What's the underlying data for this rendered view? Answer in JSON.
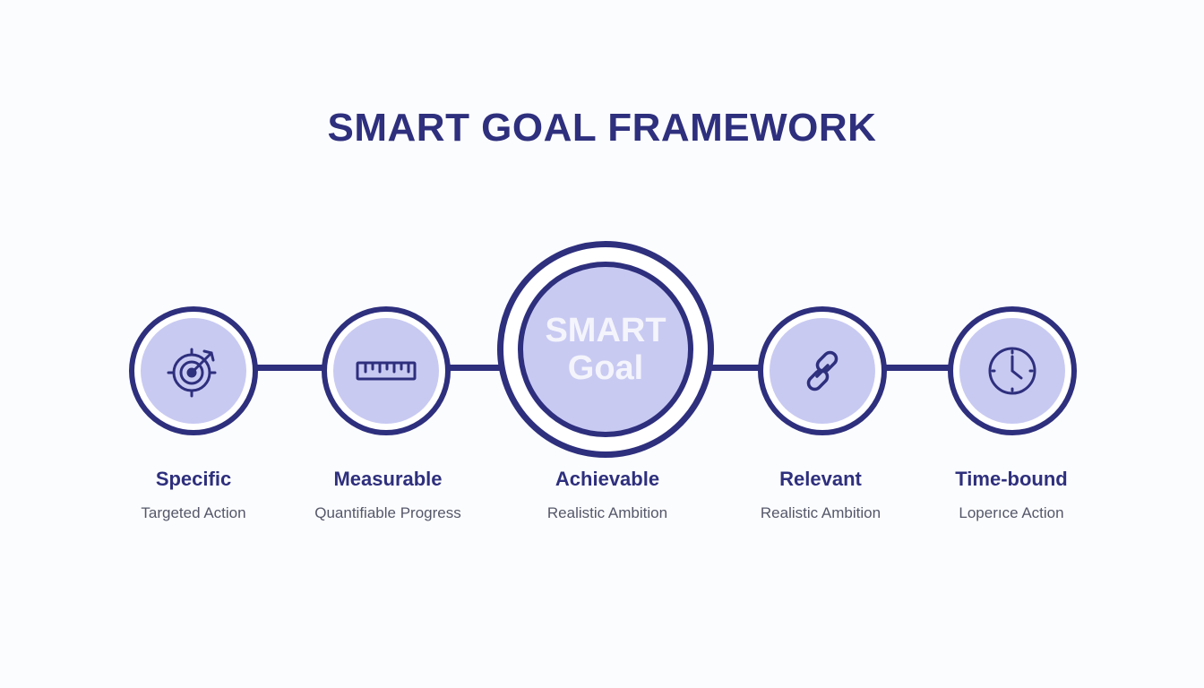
{
  "title": "SMART GOAL FRAMEWORK",
  "center": {
    "line1": "SMART",
    "line2": "Goal"
  },
  "steps": [
    {
      "label": "Specific",
      "subtitle": "Targeted Action",
      "icon": "target-icon"
    },
    {
      "label": "Measurable",
      "subtitle": "Quantifiable Progress",
      "icon": "ruler-icon"
    },
    {
      "label": "Achievable",
      "subtitle": "Realistic Ambition",
      "icon": "none"
    },
    {
      "label": "Relevant",
      "subtitle": "Realistic Ambition",
      "icon": "link-icon"
    },
    {
      "label": "Time-bound",
      "subtitle": "Loperıce Action",
      "icon": "clock-icon"
    }
  ],
  "colors": {
    "primary": "#2e2f7d",
    "fill": "#c9caf2",
    "background": "#fbfcfd",
    "subtitle": "#55576a"
  }
}
